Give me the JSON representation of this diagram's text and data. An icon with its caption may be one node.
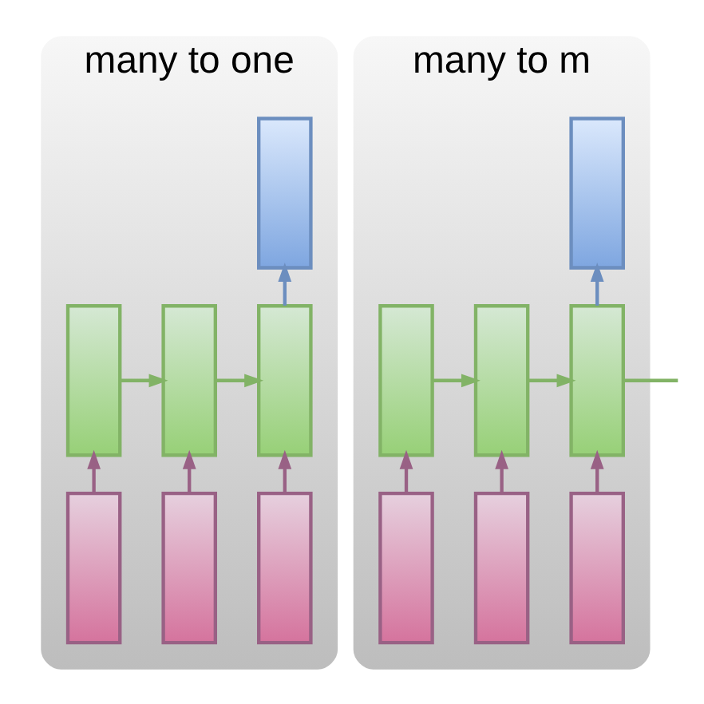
{
  "diagram": {
    "nodes": [
      {
        "text": [
          "many to one"
        ]
      },
      {
        "text": [],
        "shape": "box",
        "in": 0
      },
      {
        "text": [],
        "shape": "box",
        "in": 0
      },
      {
        "text": [],
        "shape": "box",
        "in": 0
      },
      {
        "text": [],
        "shape": "box",
        "in": 0
      },
      {
        "text": [],
        "shape": "box",
        "in": 0
      },
      {
        "text": [],
        "shape": "box",
        "in": 0
      },
      {
        "text": [],
        "shape": "box",
        "in": 0
      },
      {
        "text": [
          "many to m"
        ]
      },
      {
        "text": [],
        "shape": "box",
        "in": 8
      },
      {
        "text": [],
        "shape": "box",
        "in": 8
      },
      {
        "text": [],
        "shape": "box",
        "in": 8
      },
      {
        "text": [],
        "shape": "box",
        "in": 8
      },
      {
        "text": [],
        "shape": "box",
        "in": 8
      },
      {
        "text": [],
        "shape": "box",
        "in": 8
      },
      {
        "text": [],
        "shape": "box",
        "in": 8
      }
    ],
    "edges": [
      {
        "from": 5,
        "to": 2,
        "arrow": "to"
      },
      {
        "from": 6,
        "to": 3,
        "arrow": "to"
      },
      {
        "from": 7,
        "to": 4,
        "arrow": "to"
      },
      {
        "from": 2,
        "to": 3,
        "arrow": "to",
        "color": "#82b366"
      },
      {
        "from": 3,
        "to": 4,
        "arrow": "to",
        "color": "#82b366"
      },
      {
        "from": 4,
        "to": 1,
        "arrow": "to",
        "color": "#6c8ebf"
      },
      {
        "from": 13,
        "to": 10,
        "arrow": "to"
      },
      {
        "from": 14,
        "to": 11,
        "arrow": "to"
      },
      {
        "from": 15,
        "to": 12,
        "arrow": "to"
      },
      {
        "from": 10,
        "to": 11,
        "arrow": "to",
        "color": "#82b366"
      },
      {
        "from": 11,
        "to": 12,
        "arrow": "to",
        "color": "#82b366"
      },
      {
        "from": 12,
        "to": 9,
        "arrow": "to",
        "color": "#6c8ebf"
      },
      {
        "from": 12,
        "to": null,
        "arrow": "none",
        "color": "#82b366"
      }
    ]
  }
}
